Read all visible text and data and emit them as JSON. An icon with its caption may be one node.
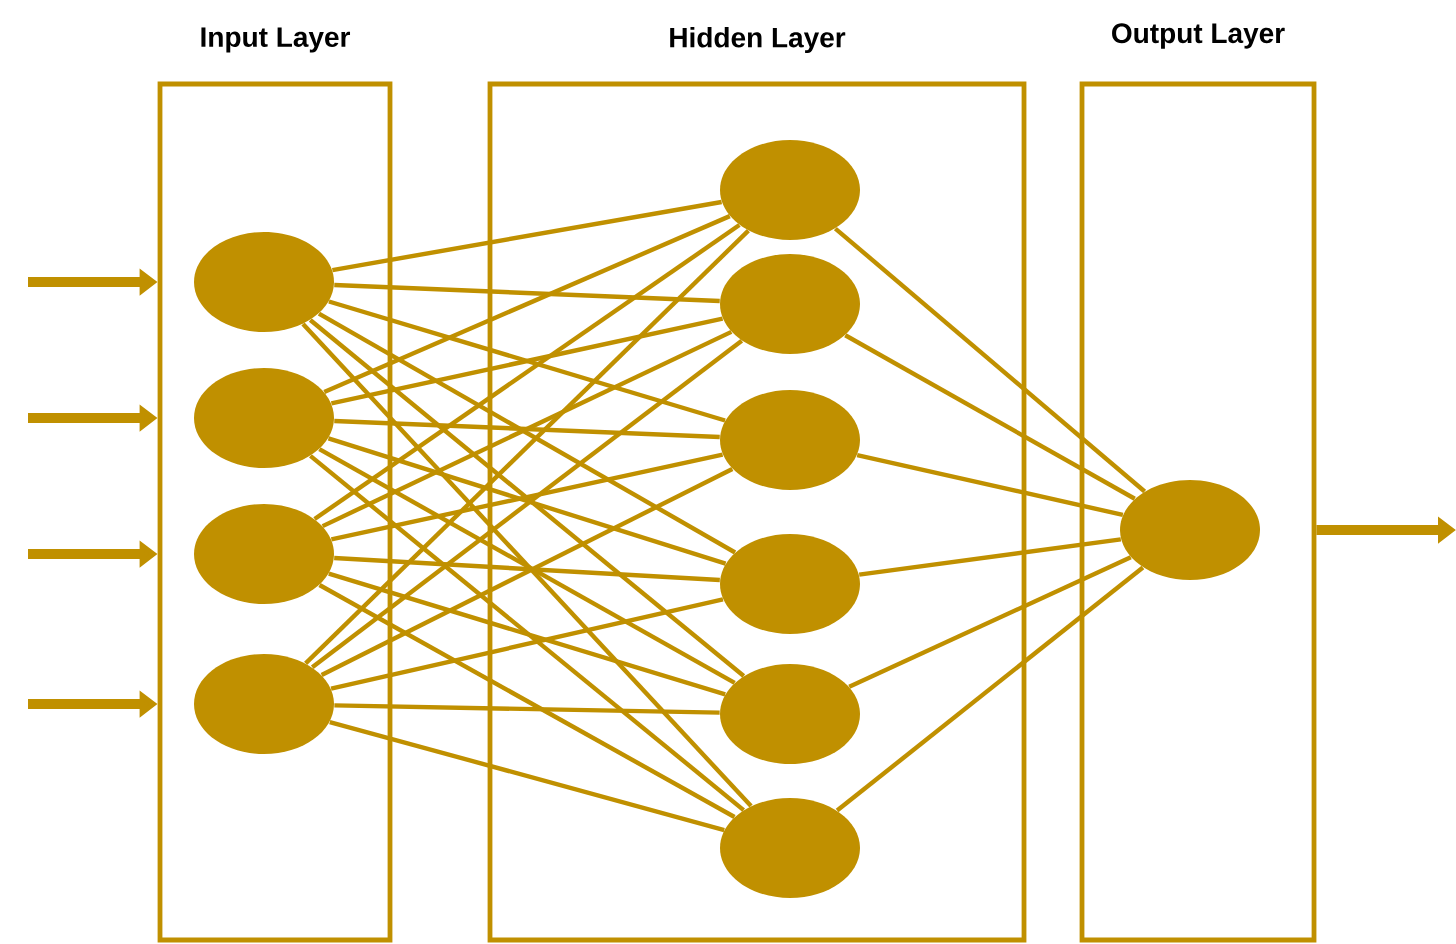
{
  "diagram": {
    "nodes": [
      {
        "text": [
          "Input Layer"
        ]
      },
      {
        "text": [
          "Hidden Layer"
        ]
      },
      {
        "text": [
          "Output Layer"
        ]
      },
      {
        "text": [],
        "shape": "circle",
        "in": 0
      },
      {
        "text": [],
        "shape": "circle",
        "in": 0
      },
      {
        "text": [],
        "shape": "circle",
        "in": 0
      },
      {
        "text": [],
        "shape": "circle",
        "in": 0
      },
      {
        "text": [],
        "shape": "circle",
        "in": 1
      },
      {
        "text": [],
        "shape": "circle",
        "in": 1
      },
      {
        "text": [],
        "shape": "circle",
        "in": 1
      },
      {
        "text": [],
        "shape": "circle",
        "in": 1
      },
      {
        "text": [],
        "shape": "circle",
        "in": 1
      },
      {
        "text": [],
        "shape": "circle",
        "in": 1
      },
      {
        "text": [],
        "shape": "circle",
        "in": 2
      }
    ],
    "edges": [
      {
        "from": null,
        "to": 0,
        "arrow": "to",
        "style": "thick"
      },
      {
        "from": null,
        "to": 0,
        "arrow": "to",
        "style": "thick"
      },
      {
        "from": null,
        "to": 0,
        "arrow": "to",
        "style": "thick"
      },
      {
        "from": null,
        "to": 0,
        "arrow": "to",
        "style": "thick"
      },
      {
        "from": 3,
        "to": 7,
        "arrow": "none"
      },
      {
        "from": 3,
        "to": 8,
        "arrow": "none"
      },
      {
        "from": 3,
        "to": 9,
        "arrow": "none"
      },
      {
        "from": 3,
        "to": 10,
        "arrow": "none"
      },
      {
        "from": 3,
        "to": 11,
        "arrow": "none"
      },
      {
        "from": 3,
        "to": 12,
        "arrow": "none"
      },
      {
        "from": 4,
        "to": 7,
        "arrow": "none"
      },
      {
        "from": 4,
        "to": 8,
        "arrow": "none"
      },
      {
        "from": 4,
        "to": 9,
        "arrow": "none"
      },
      {
        "from": 4,
        "to": 10,
        "arrow": "none"
      },
      {
        "from": 4,
        "to": 11,
        "arrow": "none"
      },
      {
        "from": 4,
        "to": 12,
        "arrow": "none"
      },
      {
        "from": 5,
        "to": 7,
        "arrow": "none"
      },
      {
        "from": 5,
        "to": 8,
        "arrow": "none"
      },
      {
        "from": 5,
        "to": 9,
        "arrow": "none"
      },
      {
        "from": 5,
        "to": 10,
        "arrow": "none"
      },
      {
        "from": 5,
        "to": 11,
        "arrow": "none"
      },
      {
        "from": 5,
        "to": 12,
        "arrow": "none"
      },
      {
        "from": 6,
        "to": 7,
        "arrow": "none"
      },
      {
        "from": 6,
        "to": 8,
        "arrow": "none"
      },
      {
        "from": 6,
        "to": 9,
        "arrow": "none"
      },
      {
        "from": 6,
        "to": 10,
        "arrow": "none"
      },
      {
        "from": 6,
        "to": 11,
        "arrow": "none"
      },
      {
        "from": 6,
        "to": 12,
        "arrow": "none"
      },
      {
        "from": 7,
        "to": 13,
        "arrow": "none"
      },
      {
        "from": 8,
        "to": 13,
        "arrow": "none"
      },
      {
        "from": 9,
        "to": 13,
        "arrow": "none"
      },
      {
        "from": 10,
        "to": 13,
        "arrow": "none"
      },
      {
        "from": 11,
        "to": 13,
        "arrow": "none"
      },
      {
        "from": 12,
        "to": 13,
        "arrow": "none"
      },
      {
        "from": 2,
        "to": null,
        "arrow": "to",
        "style": "thick"
      }
    ]
  }
}
